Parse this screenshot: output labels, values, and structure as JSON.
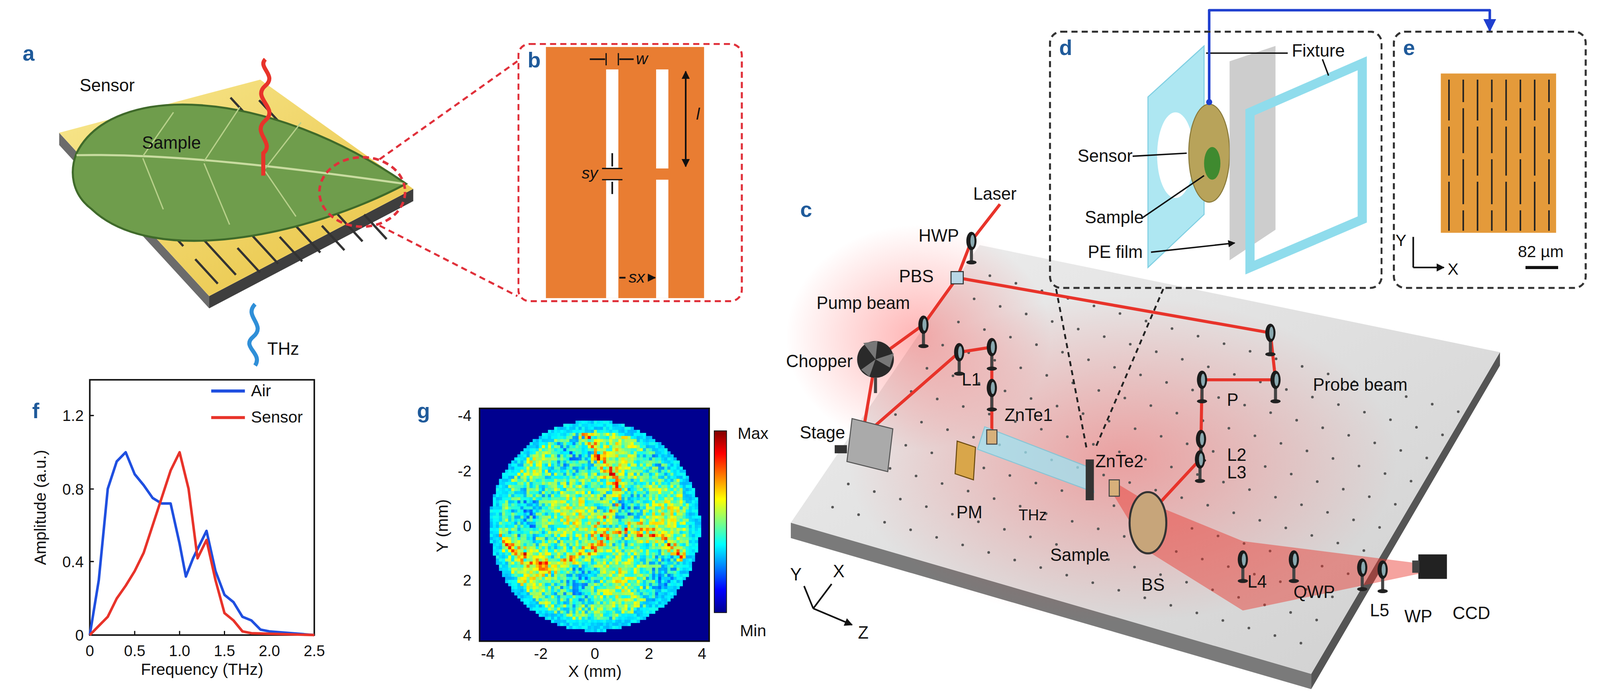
{
  "diagram": {
    "nodes": [
      {
        "text": [
          "b"
        ]
      },
      {
        "text": [
          "d"
        ]
      },
      {
        "text": [
          "e"
        ]
      }
    ],
    "edges": [
      {
        "from": 1,
        "to": 2,
        "arrow": "to"
      }
    ],
    "labels": [
      "a",
      "Sensor",
      "Sample",
      "THz",
      "w",
      "l",
      "sy",
      "sx",
      "c",
      "Laser",
      "HWP",
      "PBS",
      "Pump beam",
      "Chopper",
      "L1",
      "Stage",
      "ZnTe1",
      "PM",
      "THz",
      "Sample",
      "ZnTe2",
      "P",
      "L2",
      "L3",
      "Probe beam",
      "BS",
      "L4",
      "QWP",
      "L5",
      "WP",
      "CCD",
      "Y",
      "X",
      "Z",
      "Fixture",
      "Sensor",
      "Sample",
      "PE film",
      "Y",
      "X",
      "82 µm",
      "f",
      "1.2",
      "0.8",
      "0.4",
      "0",
      "0",
      "0.5",
      "1.0",
      "1.5",
      "2.0",
      "2.5",
      "Frequency (THz)",
      "Amplitude (a.u.)",
      "g",
      "-4",
      "-2",
      "0",
      "2",
      "4",
      "-4",
      "-2",
      "0",
      "2",
      "4",
      "Y (mm)",
      "X (mm)",
      "Max",
      "Min"
    ],
    "legend": [
      {
        "text": "Air"
      },
      {
        "text": "Sensor"
      }
    ]
  }
}
